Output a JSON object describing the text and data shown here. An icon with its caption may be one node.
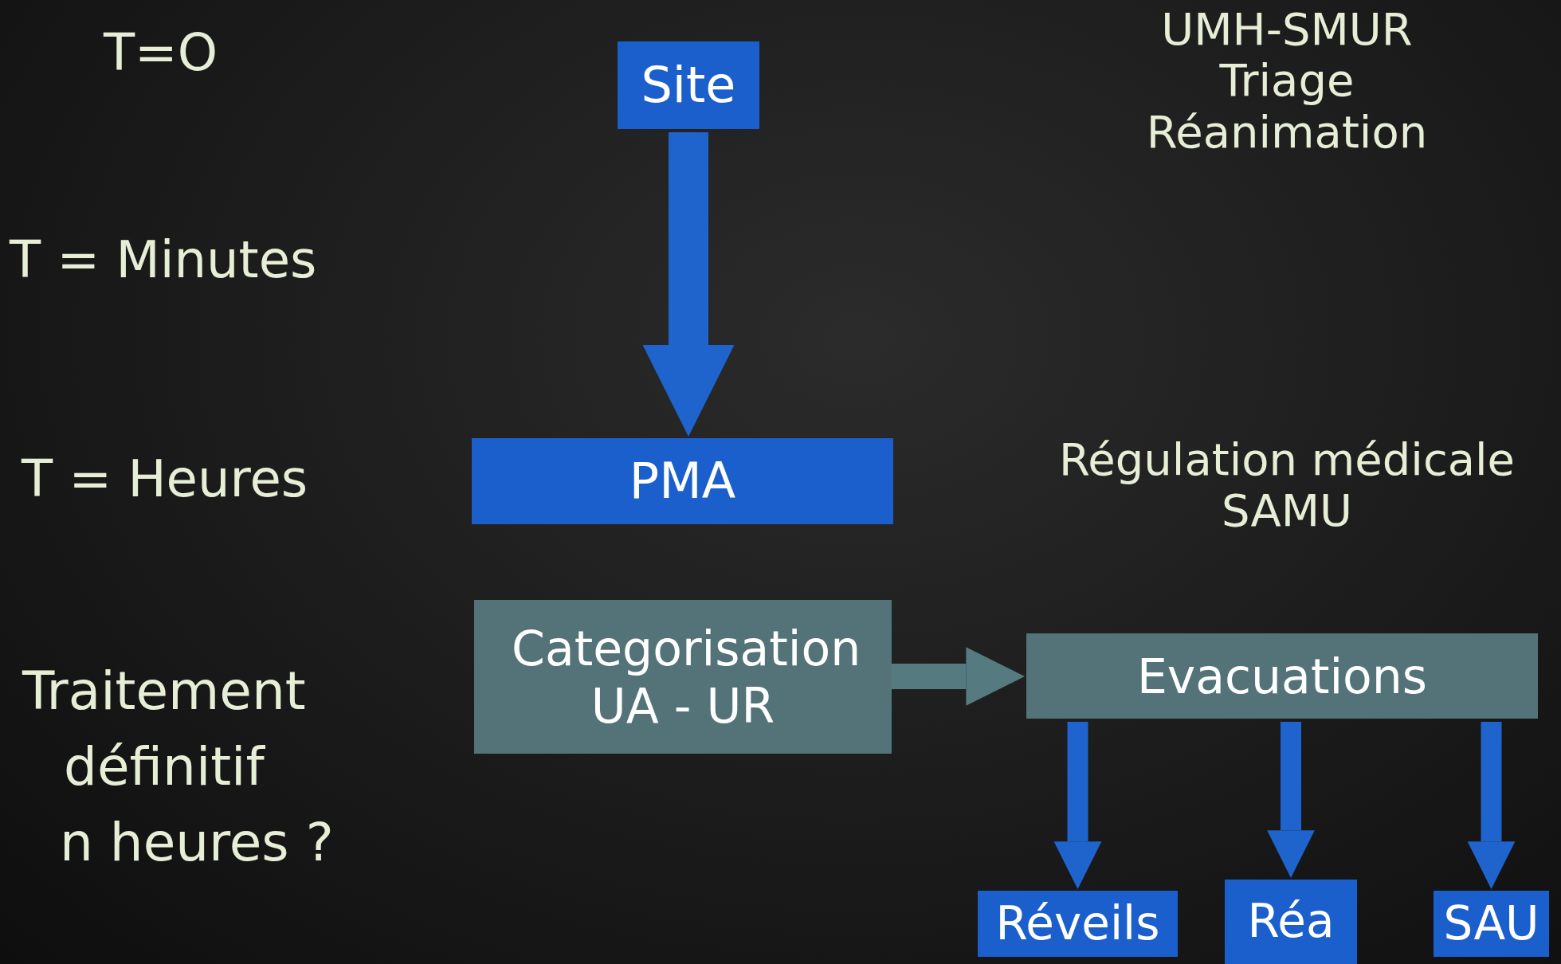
{
  "diagram": {
    "nodes": [
      {
        "text": [
          "Site"
        ]
      },
      {
        "text": [
          "PMA"
        ]
      },
      {
        "text": [
          "Categorisation UA - UR"
        ]
      },
      {
        "text": [
          "Evacuations"
        ]
      },
      {
        "text": [
          "Réveils"
        ]
      },
      {
        "text": [
          "Réa"
        ]
      },
      {
        "text": [
          "SAU"
        ]
      }
    ],
    "edges": [
      {
        "from": 0,
        "to": 1,
        "arrow": "to",
        "style": "thick"
      },
      {
        "from": 2,
        "to": 3,
        "arrow": "to",
        "color": "#557a80"
      },
      {
        "from": 3,
        "to": 4,
        "arrow": "to"
      },
      {
        "from": 3,
        "to": 5,
        "arrow": "to"
      },
      {
        "from": 3,
        "to": 6,
        "arrow": "to"
      }
    ],
    "labels": [
      "T=O",
      "UMH-SMUR Triage Réanimation",
      "T = Minutes",
      "T = Heures",
      "Régulation médicale SAMU",
      "Traitement",
      "définitif",
      "n  heures ?"
    ]
  }
}
